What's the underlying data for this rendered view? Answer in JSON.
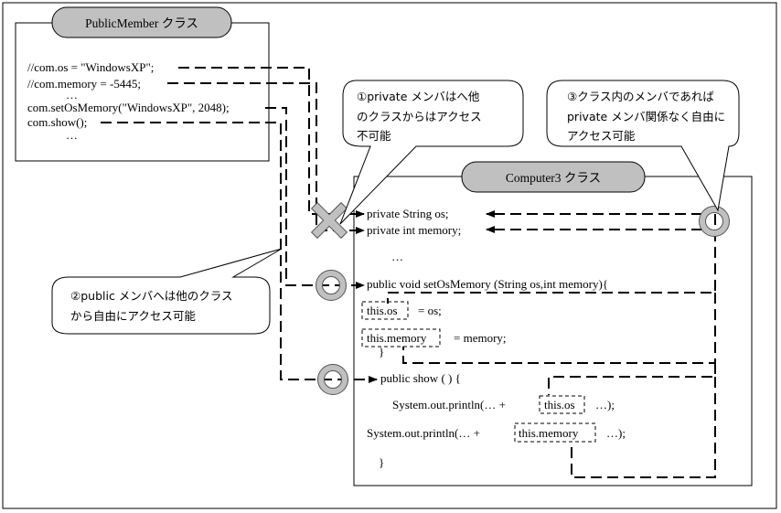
{
  "public_member_class": {
    "title": "PublicMember クラス",
    "lines": [
      "//com.os = \"WindowsXP\";",
      "//com.memory = -5445;",
      "…",
      "com.setOsMemory(\"WindowsXP\", 2048);",
      "com.show();",
      "…"
    ]
  },
  "computer3_class": {
    "title": "Computer3 クラス",
    "fields": [
      "private String os;",
      "private int memory;"
    ],
    "ellipsis": "…",
    "set_method": {
      "signature": "public void setOsMemory (String os,int memory){",
      "assign_os_target": "this.os",
      "assign_os_rest": "= os;",
      "assign_mem_target": "this.memory",
      "assign_mem_rest": "= memory;",
      "close": "}"
    },
    "show_method": {
      "signature": "public show ( ) {",
      "line1_prefix": "System.out.println(… +",
      "line1_field": "this.os",
      "line1_suffix": "…);",
      "line2_prefix": "System.out.println(… +",
      "line2_field": "this.memory",
      "line2_suffix": "…);",
      "close": "}"
    }
  },
  "callouts": {
    "c1": [
      "①private  メンバはへ他",
      "のクラスからはアクセス",
      "不可能"
    ],
    "c2": [
      "②public メンバへは他のクラス",
      "から自由にアクセス可能"
    ],
    "c3": [
      "③クラス内のメンバであれば",
      "private  メンバ関係なく自由に",
      "アクセス可能"
    ]
  },
  "markers": {
    "denied": "x-mark",
    "allowed": "circle-mark"
  }
}
